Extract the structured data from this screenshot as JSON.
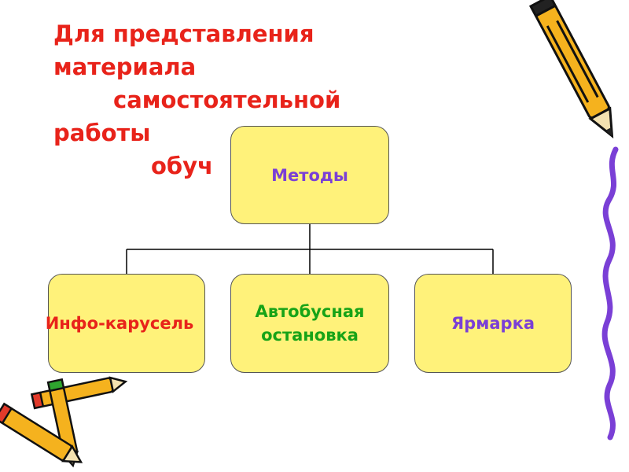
{
  "heading": {
    "line1": "Для представления",
    "line2": "материала",
    "line3": "самостоятельной",
    "line4": "работы",
    "line5": "обуч"
  },
  "diagram": {
    "root": "Методы",
    "children": [
      "Инфо-карусель",
      "Автобусная остановка",
      "Ярмарка"
    ]
  },
  "colors": {
    "heading": "#e8231a",
    "box_fill": "#fff27a",
    "root_text": "#7a3fd6",
    "child1_text": "#e8231a",
    "child2_text": "#17a317",
    "child3_text": "#7a3fd6"
  },
  "icons": [
    "pencil-icon",
    "pencil-icon",
    "pencil-icon",
    "pencil-icon",
    "squiggle-line-icon"
  ]
}
